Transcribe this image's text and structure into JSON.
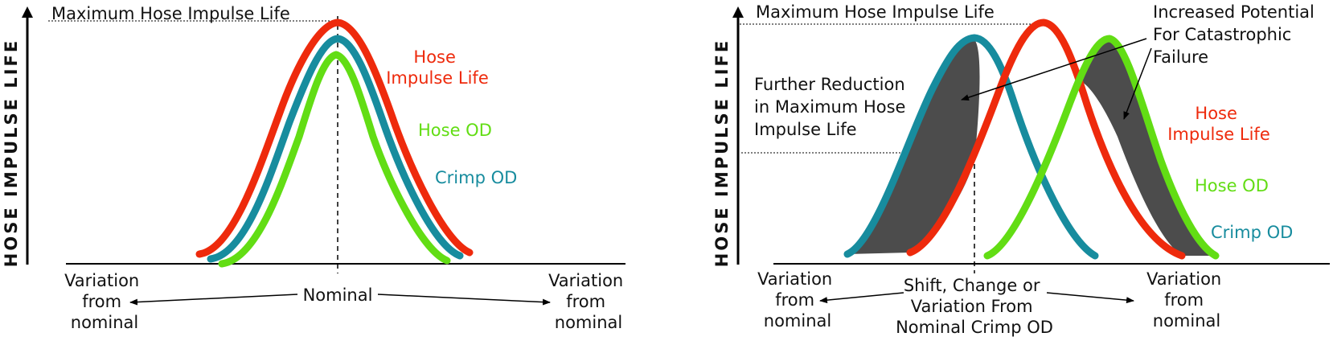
{
  "colors": {
    "hose_impulse_life": "#ee2a0c",
    "hose_od": "#62dd14",
    "crimp_od": "#178c9e",
    "overlap_fill": "#4c4c4c",
    "axis": "#000000"
  },
  "left_panel": {
    "y_axis_label": "HOSE IMPULSE LIFE",
    "max_life_label": "Maximum Hose Impulse Life",
    "legend": {
      "hose_impulse_life": [
        "Hose",
        "Impulse Life"
      ],
      "hose_od": "Hose OD",
      "crimp_od": "Crimp OD"
    },
    "x_left": [
      "Variation",
      "from",
      "nominal"
    ],
    "x_center": "Nominal",
    "x_right": [
      "Variation",
      "from",
      "nominal"
    ]
  },
  "right_panel": {
    "y_axis_label": "HOSE IMPULSE LIFE",
    "max_life_label": "Maximum Hose Impulse Life",
    "further_reduction": [
      "Further Reduction",
      "in Maximum Hose",
      "Impulse Life"
    ],
    "increased_potential": [
      "Increased Potential",
      "For Catastrophic",
      "Failure"
    ],
    "legend": {
      "hose_impulse_life": [
        "Hose",
        "Impulse Life"
      ],
      "hose_od": "Hose OD",
      "crimp_od": "Crimp OD"
    },
    "x_left": [
      "Variation",
      "from",
      "nominal"
    ],
    "x_center": [
      "Shift, Change or",
      "Variation From",
      "Nominal Crimp OD"
    ],
    "x_right": [
      "Variation",
      "from",
      "nominal"
    ]
  }
}
